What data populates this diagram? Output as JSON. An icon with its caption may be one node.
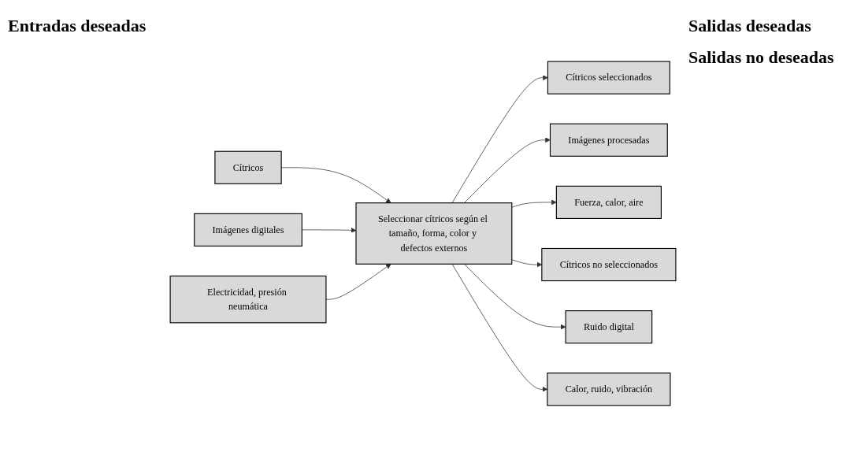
{
  "diagram": {
    "nodes": [
      {
        "text": [
          "Cítricos"
        ]
      },
      {
        "text": [
          "Imágenes digitales"
        ]
      },
      {
        "text": [
          "Electricidad, presión neumática"
        ]
      },
      {
        "text": [
          "Seleccionar cítricos según el tamaño, forma, color y defectos externos"
        ]
      },
      {
        "text": [
          "Cítricos seleccionados"
        ]
      },
      {
        "text": [
          "Imágenes procesadas"
        ]
      },
      {
        "text": [
          "Fuerza, calor, aire"
        ]
      },
      {
        "text": [
          "Cítricos no seleccionados"
        ]
      },
      {
        "text": [
          "Ruido digital"
        ]
      },
      {
        "text": [
          "Calor, ruido, vibración"
        ]
      }
    ],
    "edges": [
      {
        "from": 0,
        "to": 3,
        "arrow": "to"
      },
      {
        "from": 1,
        "to": 3,
        "arrow": "to"
      },
      {
        "from": 2,
        "to": 3,
        "arrow": "to"
      },
      {
        "from": 3,
        "to": 4,
        "arrow": "to"
      },
      {
        "from": 3,
        "to": 5,
        "arrow": "to"
      },
      {
        "from": 3,
        "to": 6,
        "arrow": "to"
      },
      {
        "from": 3,
        "to": 7,
        "arrow": "to"
      },
      {
        "from": 3,
        "to": 8,
        "arrow": "to"
      },
      {
        "from": 3,
        "to": 9,
        "arrow": "to"
      }
    ],
    "labels": [
      "Entradas deseadas",
      "Salidas deseadas",
      "Salidas no deseadas"
    ]
  }
}
